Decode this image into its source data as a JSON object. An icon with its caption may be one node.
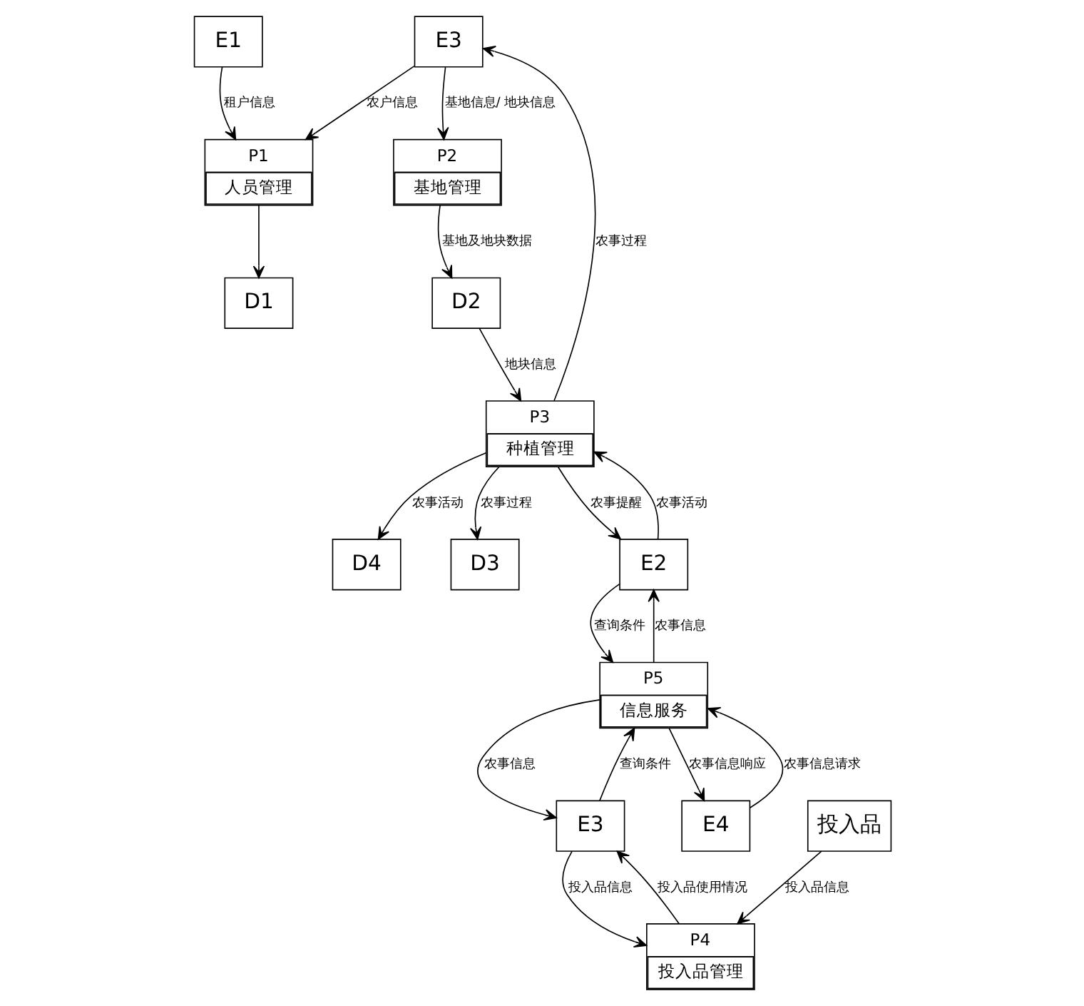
{
  "diagram": {
    "nodes": [
      {
        "text": [
          "E1"
        ]
      },
      {
        "text": [
          "D1"
        ]
      },
      {
        "text": [
          "投入品"
        ]
      },
      {
        "text": [
          "P1",
          "人员管理"
        ]
      },
      {
        "text": [
          "P4",
          "投入品管理"
        ]
      },
      {
        "text": [
          "E3"
        ]
      },
      {
        "text": [
          "P2",
          "基地管理"
        ]
      },
      {
        "text": [
          "P5",
          "信息服务"
        ]
      },
      {
        "text": [
          "D2"
        ]
      },
      {
        "text": [
          "D4"
        ]
      },
      {
        "text": [
          "E3"
        ]
      },
      {
        "text": [
          "P3",
          "种植管理"
        ]
      },
      {
        "text": [
          "E4"
        ]
      },
      {
        "text": [
          "D3"
        ]
      },
      {
        "text": [
          "E2"
        ]
      }
    ],
    "edges": [
      {
        "from": 0,
        "to": 3,
        "arrow": "to",
        "label": "租户信息"
      },
      {
        "from": 3,
        "to": 1,
        "arrow": "to"
      },
      {
        "from": 2,
        "to": 4,
        "arrow": "to",
        "label": "投入品信息"
      },
      {
        "from": 4,
        "to": 5,
        "arrow": "to",
        "label": "投入品使用情况"
      },
      {
        "from": 5,
        "to": 4,
        "arrow": "to",
        "label": "投入品信息"
      },
      {
        "from": 7,
        "to": 5,
        "arrow": "to",
        "label": "农事信息"
      },
      {
        "from": 5,
        "to": 7,
        "arrow": "to",
        "label": "查询条件"
      },
      {
        "from": 10,
        "to": 3,
        "arrow": "to",
        "label": "农户信息"
      },
      {
        "from": 10,
        "to": 6,
        "arrow": "to",
        "label": "基地信息/ 地块信息"
      },
      {
        "from": 6,
        "to": 8,
        "arrow": "to",
        "label": "基地及地块数据"
      },
      {
        "from": 8,
        "to": 11,
        "arrow": "to",
        "label": "地块信息"
      },
      {
        "from": 11,
        "to": 9,
        "arrow": "to",
        "label": "农事活动"
      },
      {
        "from": 11,
        "to": 10,
        "arrow": "to",
        "label": "农事过程"
      },
      {
        "from": 11,
        "to": 14,
        "arrow": "to",
        "label": "农事提醒"
      },
      {
        "from": 14,
        "to": 11,
        "arrow": "to",
        "label": "农事活动"
      },
      {
        "from": 11,
        "to": 13,
        "arrow": "to",
        "label": "农事过程"
      },
      {
        "from": 14,
        "to": 7,
        "arrow": "to",
        "label": "查询条件"
      },
      {
        "from": 7,
        "to": 14,
        "arrow": "to",
        "label": "农事信息"
      },
      {
        "from": 7,
        "to": 12,
        "arrow": "to",
        "label": "农事信息响应"
      },
      {
        "from": 12,
        "to": 7,
        "arrow": "to",
        "label": "农事信息请求"
      }
    ]
  }
}
